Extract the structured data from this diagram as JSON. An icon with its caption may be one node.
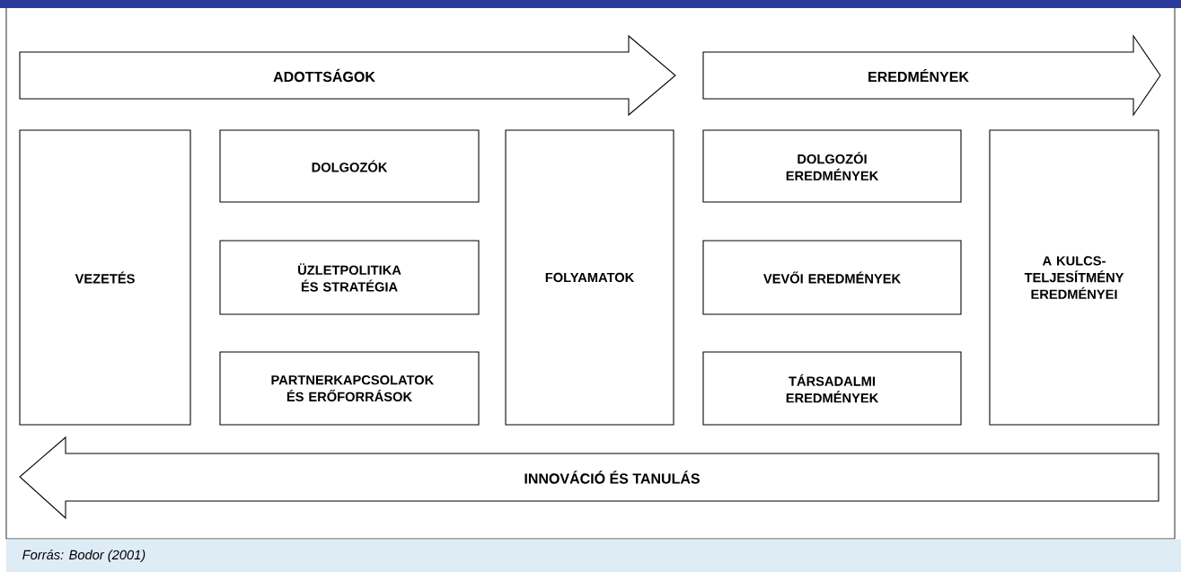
{
  "diagram": {
    "caption": "Forrás: Bodor (2001)",
    "nodes": [
      {
        "text": [
          "ADOTTSÁGOK"
        ]
      },
      {
        "text": [
          "EREDMÉNYEK"
        ]
      },
      {
        "text": [
          "VEZETÉS"
        ]
      },
      {
        "text": [
          "DOLGOZÓK"
        ]
      },
      {
        "text": [
          "ÜZLETPOLITIKA ÉS STRATÉGIA"
        ]
      },
      {
        "text": [
          "PARTNERKAPCSOLATOK ÉS ERŐFORRÁSOK"
        ]
      },
      {
        "text": [
          "FOLYAMATOK"
        ]
      },
      {
        "text": [
          "DOLGOZÓI EREDMÉNYEK"
        ]
      },
      {
        "text": [
          "VEVŐI EREDMÉNYEK"
        ]
      },
      {
        "text": [
          "TÁRSADALMI EREDMÉNYEK"
        ]
      },
      {
        "text": [
          "A KULCS-TELJESÍTMÉNY EREDMÉNYEI"
        ]
      },
      {
        "text": [
          "INNOVÁCIÓ ÉS TANULÁS"
        ]
      }
    ]
  }
}
